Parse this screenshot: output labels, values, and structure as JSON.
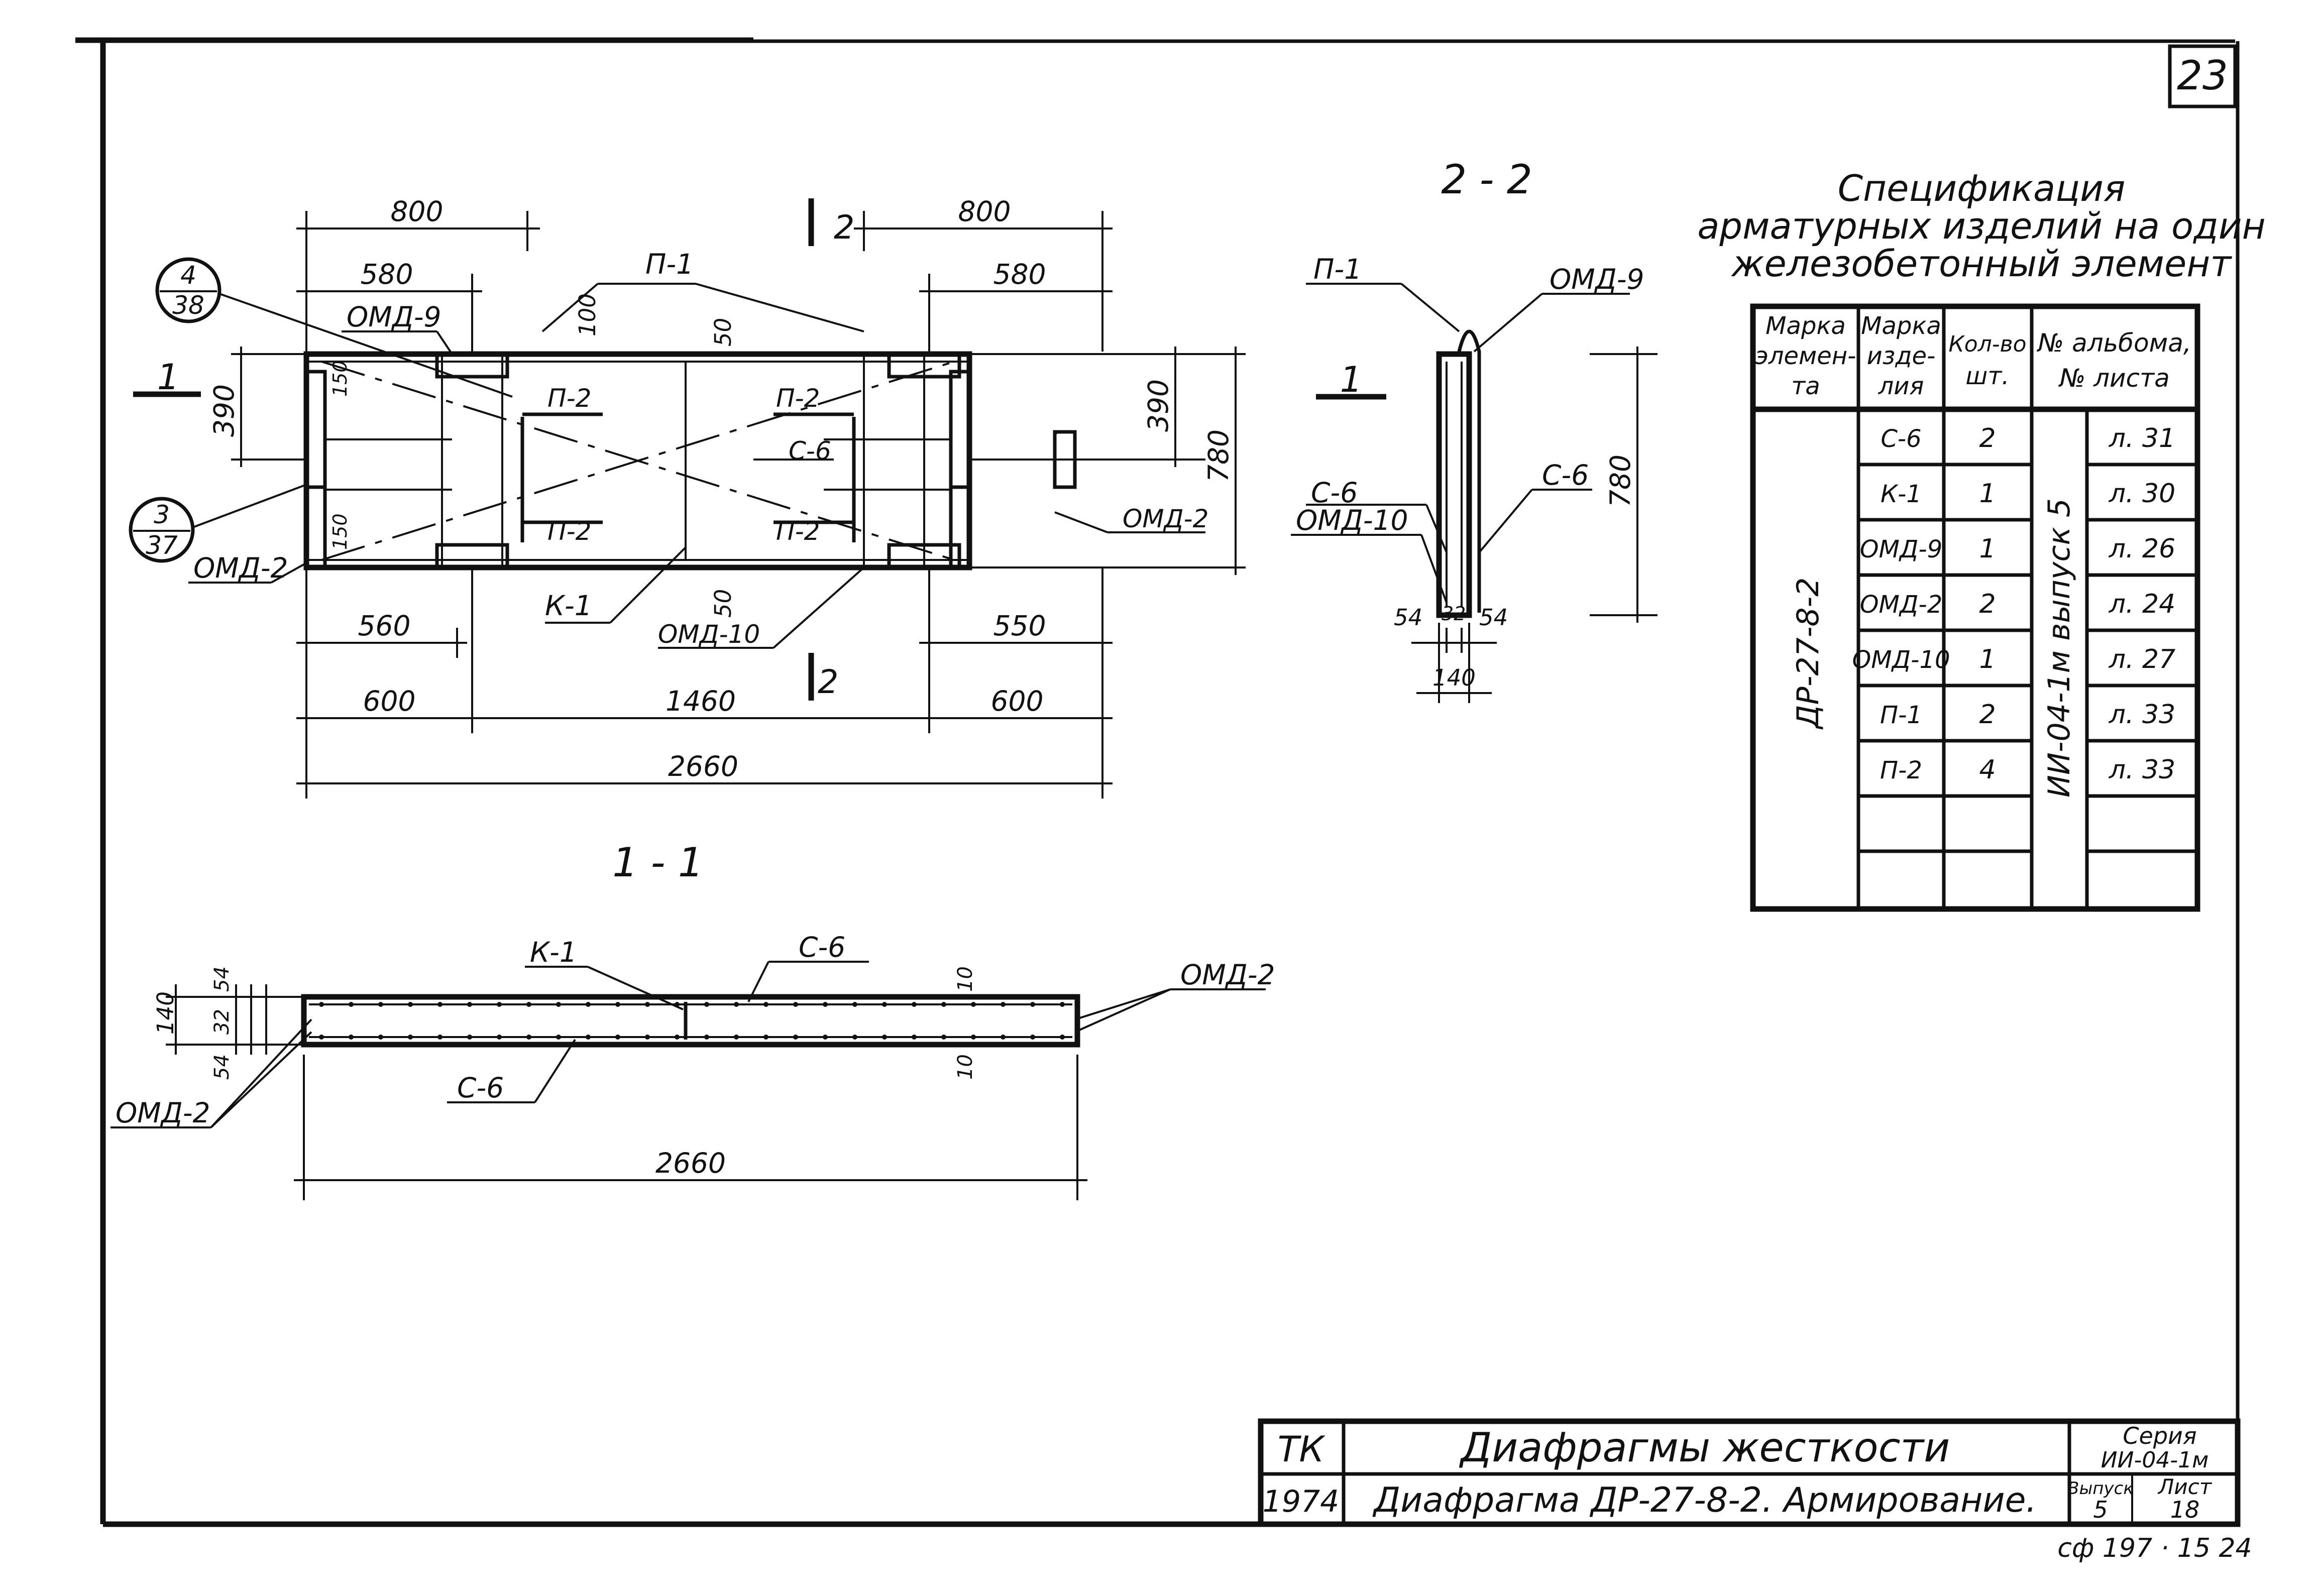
{
  "sheet": {
    "page_number": "23",
    "stamp": "сф 197 · 15 24"
  },
  "section_2_2": {
    "title": "2 - 2"
  },
  "section_1_1": {
    "title": "1 - 1"
  },
  "section_marks": {
    "one": "1",
    "two": "2"
  },
  "plan": {
    "callout_top": {
      "num": "4",
      "den": "38"
    },
    "callout_bottom": {
      "num": "3",
      "den": "37"
    },
    "labels": {
      "p1": "П-1",
      "p2": "П-2",
      "s6": "С-6",
      "k1": "К-1",
      "omd9": "ОМД-9",
      "omd2": "ОМД-2",
      "omd10": "ОМД-10"
    },
    "dims": {
      "d800": "800",
      "d580": "580",
      "d390": "390",
      "d780": "780",
      "d150": "150",
      "d100": "100",
      "d50": "50",
      "d560": "560",
      "d550": "550",
      "d600": "600",
      "d1460": "1460",
      "d2660": "2660"
    }
  },
  "section22": {
    "labels": {
      "p1": "П-1",
      "omd9": "ОМД-9",
      "s6": "С-6",
      "omd10": "ОМД-10"
    },
    "dims": {
      "d54": "54",
      "d32": "32",
      "d140": "140",
      "d780": "780"
    }
  },
  "section11": {
    "labels": {
      "k1": "К-1",
      "s6": "С-6",
      "omd2": "ОМД-2"
    },
    "dims": {
      "d140": "140",
      "d54": "54",
      "d32": "32",
      "d10": "10",
      "d2660": "2660"
    }
  },
  "spec": {
    "title_line1": "Спецификация",
    "title_line2": "арматурных изделий на один",
    "title_line3": "железобетонный элемент",
    "headers": [
      [
        "Марка",
        "элемен-",
        "та"
      ],
      [
        "Марка",
        "изде-",
        "лия"
      ],
      [
        "Кол-во",
        "шт."
      ],
      [
        "№ альбома,",
        "№ листа"
      ]
    ],
    "element": "ДР-27-8-2",
    "album": "ИИ-04-1м  выпуск 5",
    "rows": [
      {
        "mark": "С-6",
        "qty": "2",
        "sheet": "л. 31"
      },
      {
        "mark": "К-1",
        "qty": "1",
        "sheet": "л. 30"
      },
      {
        "mark": "ОМД-9",
        "qty": "1",
        "sheet": "л. 26"
      },
      {
        "mark": "ОМД-2",
        "qty": "2",
        "sheet": "л. 24"
      },
      {
        "mark": "ОМД-10",
        "qty": "1",
        "sheet": "л. 27"
      },
      {
        "mark": "П-1",
        "qty": "2",
        "sheet": "л. 33"
      },
      {
        "mark": "П-2",
        "qty": "4",
        "sheet": "л. 33"
      }
    ]
  },
  "title_block": {
    "org": "ТК",
    "year": "1974",
    "title": "Диафрагмы жесткости",
    "subtitle": "Диафрагма ДР-27-8-2. Армирование.",
    "series_label": "Серия",
    "series_value": "ИИ-04-1м",
    "issue_label": "Выпуск",
    "issue_value": "5",
    "sheet_label": "Лист",
    "sheet_value": "18"
  }
}
